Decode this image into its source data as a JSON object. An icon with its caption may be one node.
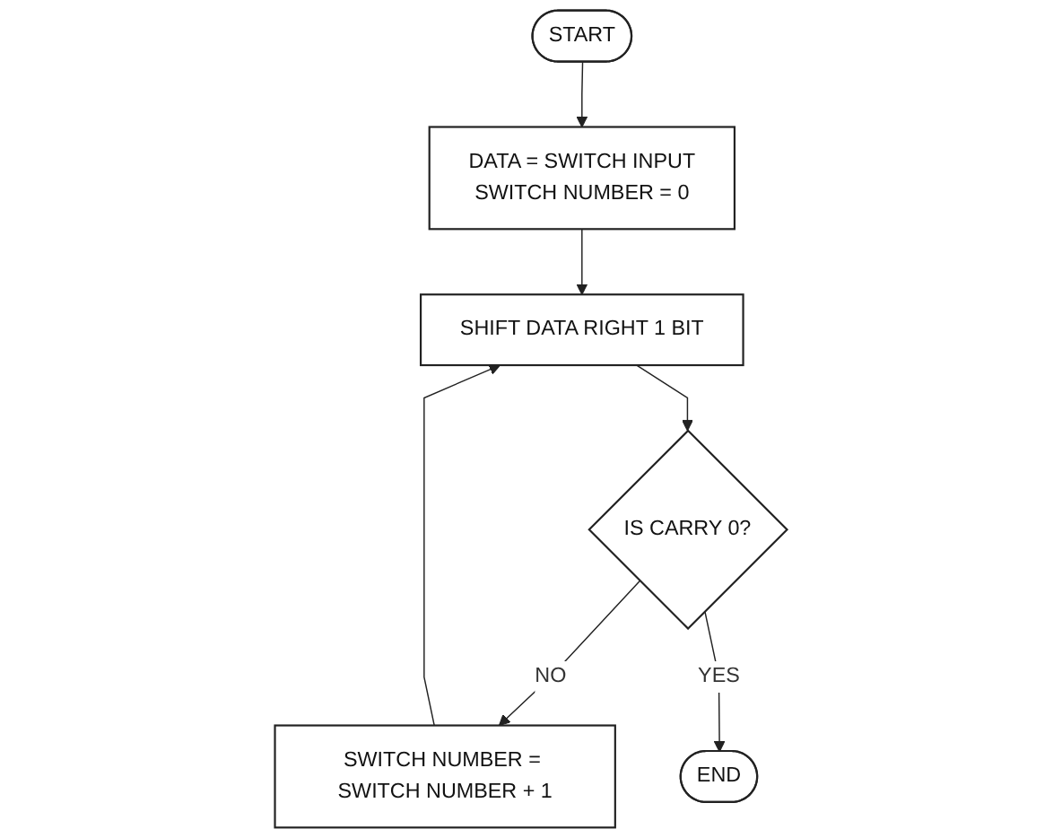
{
  "diagram": {
    "nodes": [
      {
        "text": [
          "START"
        ]
      },
      {
        "text": [
          "DATA = SWITCH INPUT",
          "SWITCH NUMBER = 0"
        ]
      },
      {
        "text": [
          "SHIFT DATA RIGHT 1 BIT"
        ]
      },
      {
        "text": [
          "IS CARRY 0?"
        ]
      },
      {
        "text": [
          "SWITCH NUMBER = SWITCH NUMBER + 1"
        ]
      },
      {
        "text": [
          "END"
        ]
      }
    ],
    "edges": [
      {
        "from": 0,
        "to": 1,
        "arrow": "to"
      },
      {
        "from": 1,
        "to": 2,
        "arrow": "to"
      },
      {
        "from": 2,
        "to": 3,
        "arrow": "to"
      },
      {
        "from": 3,
        "to": 4,
        "label": "NO",
        "arrow": "to"
      },
      {
        "from": 4,
        "to": 2,
        "arrow": "to"
      },
      {
        "from": 3,
        "to": 5,
        "label": "YES",
        "arrow": "to"
      }
    ]
  }
}
